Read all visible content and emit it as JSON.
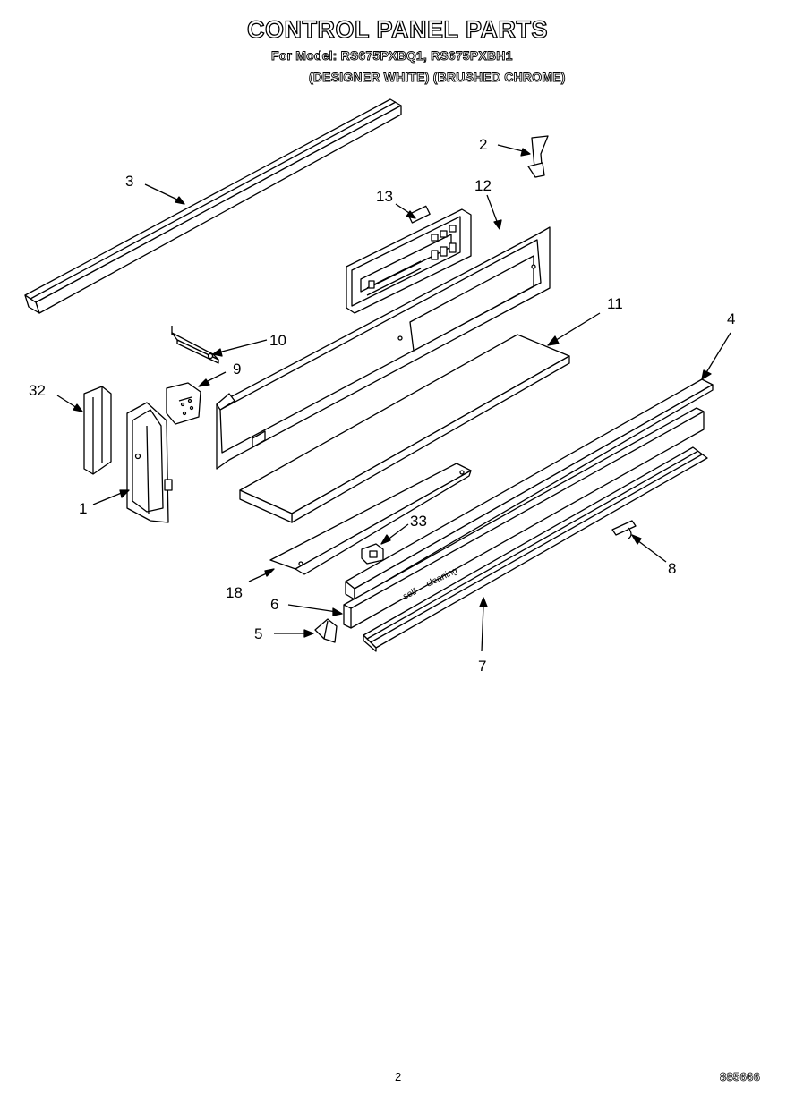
{
  "header": {
    "title": "CONTROL PANEL PARTS",
    "models_line": "For Model: RS675PXBQ1, RS675PXBH1",
    "finishes_line": "(DESIGNER WHITE) (BRUSHED CHROME)"
  },
  "callouts": {
    "c1": "1",
    "c2": "2",
    "c3": "3",
    "c4": "4",
    "c5": "5",
    "c6": "6",
    "c7": "7",
    "c8": "8",
    "c9": "9",
    "c10": "10",
    "c11": "11",
    "c12": "12",
    "c13": "13",
    "c18": "18",
    "c32": "32",
    "c33": "33"
  },
  "trim_text": {
    "word1": "self",
    "word2": "cleaning"
  },
  "footer": {
    "page_number": "2",
    "document_number": "885666"
  }
}
